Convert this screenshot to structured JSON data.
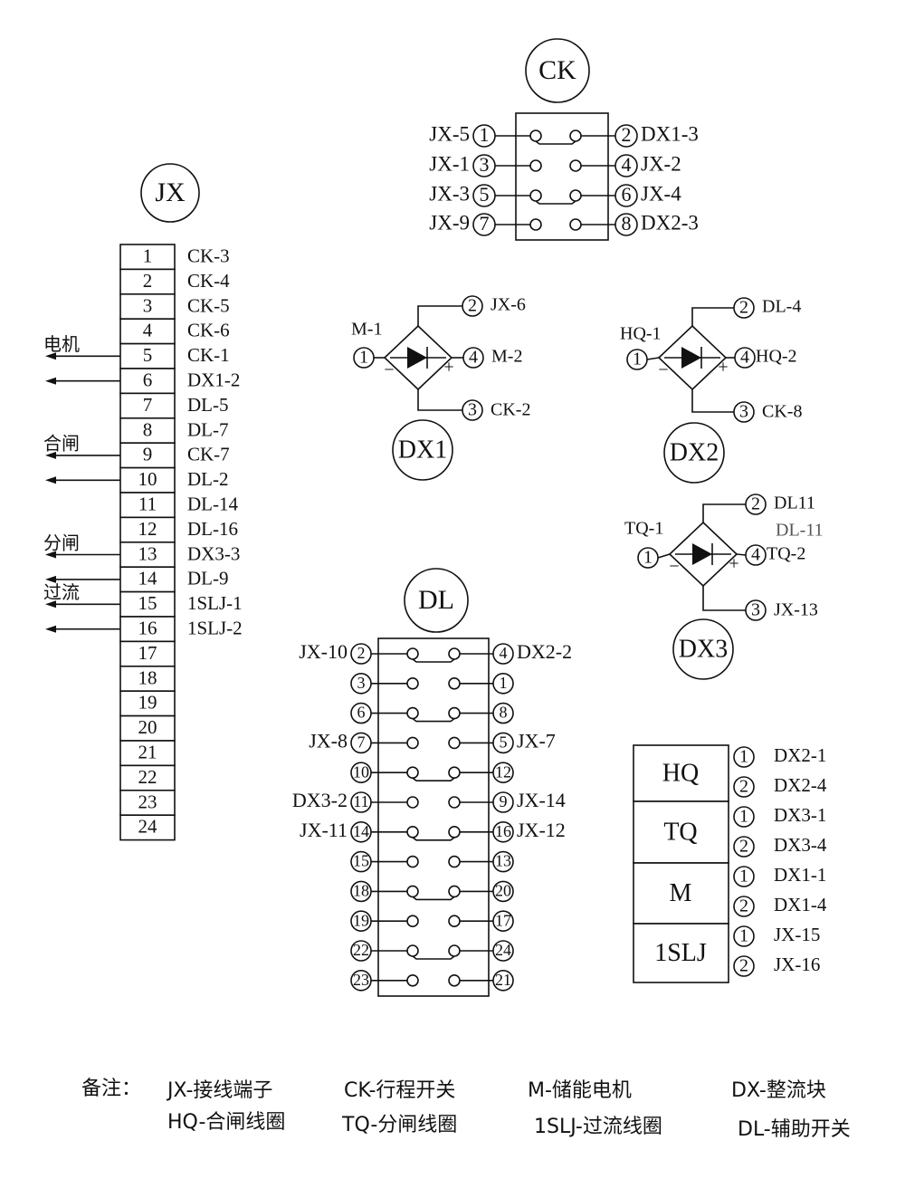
{
  "jx": {
    "title": "JX",
    "rows": [
      {
        "n": "1",
        "to": "CK-3"
      },
      {
        "n": "2",
        "to": "CK-4"
      },
      {
        "n": "3",
        "to": "CK-5"
      },
      {
        "n": "4",
        "to": "CK-6"
      },
      {
        "n": "5",
        "to": "CK-1"
      },
      {
        "n": "6",
        "to": "DX1-2"
      },
      {
        "n": "7",
        "to": "DL-5"
      },
      {
        "n": "8",
        "to": "DL-7"
      },
      {
        "n": "9",
        "to": "CK-7"
      },
      {
        "n": "10",
        "to": "DL-2"
      },
      {
        "n": "11",
        "to": "DL-14"
      },
      {
        "n": "12",
        "to": "DL-16"
      },
      {
        "n": "13",
        "to": "DX3-3"
      },
      {
        "n": "14",
        "to": "DL-9"
      },
      {
        "n": "15",
        "to": "1SLJ-1"
      },
      {
        "n": "16",
        "to": "1SLJ-2"
      },
      {
        "n": "17",
        "to": ""
      },
      {
        "n": "18",
        "to": ""
      },
      {
        "n": "19",
        "to": ""
      },
      {
        "n": "20",
        "to": ""
      },
      {
        "n": "21",
        "to": ""
      },
      {
        "n": "22",
        "to": ""
      },
      {
        "n": "23",
        "to": ""
      },
      {
        "n": "24",
        "to": ""
      }
    ],
    "outputs": [
      {
        "label": "电机",
        "rows": [
          5,
          6
        ]
      },
      {
        "label": "合闸",
        "rows": [
          9,
          10
        ]
      },
      {
        "label": "分闸",
        "rows": [
          13,
          14
        ]
      },
      {
        "label": "过流",
        "rows": [
          15,
          16
        ]
      }
    ]
  },
  "ck": {
    "title": "CK",
    "rows": [
      {
        "lt": "1",
        "ll": "JX-5",
        "rt": "2",
        "rl": "DX1-3",
        "bridged": true
      },
      {
        "lt": "3",
        "ll": "JX-1",
        "rt": "4",
        "rl": "JX-2",
        "bridged": false
      },
      {
        "lt": "5",
        "ll": "JX-3",
        "rt": "6",
        "rl": "JX-4",
        "bridged": true
      },
      {
        "lt": "7",
        "ll": "JX-9",
        "rt": "8",
        "rl": "DX2-3",
        "bridged": false
      }
    ]
  },
  "dx": [
    {
      "title": "DX1",
      "t1": "1",
      "t2": "2",
      "t3": "3",
      "t4": "4",
      "l1": "M-1",
      "l2": "JX-6",
      "l2b": "",
      "l3": "CK-2",
      "l4": "M-2",
      "minus": "−",
      "plus": "+"
    },
    {
      "title": "DX2",
      "t1": "1",
      "t2": "2",
      "t3": "3",
      "t4": "4",
      "l1": "HQ-1",
      "l2": "DL-4",
      "l2b": "",
      "l3": "CK-8",
      "l4": "HQ-2",
      "minus": "−",
      "plus": "+"
    },
    {
      "title": "DX3",
      "t1": "1",
      "t2": "2",
      "t3": "3",
      "t4": "4",
      "l1": "TQ-1",
      "l2": "DL11",
      "l2b": "DL-11",
      "l3": "JX-13",
      "l4": "TQ-2",
      "minus": "−",
      "plus": "+"
    }
  ],
  "dl": {
    "title": "DL",
    "rows": [
      {
        "lt": "2",
        "ll": "JX-10",
        "rt": "4",
        "rl": "DX2-2",
        "bridged": true
      },
      {
        "lt": "3",
        "ll": "",
        "rt": "1",
        "rl": "",
        "bridged": false
      },
      {
        "lt": "6",
        "ll": "",
        "rt": "8",
        "rl": "",
        "bridged": true
      },
      {
        "lt": "7",
        "ll": "JX-8",
        "rt": "5",
        "rl": "JX-7",
        "bridged": false
      },
      {
        "lt": "10",
        "ll": "",
        "rt": "12",
        "rl": "",
        "bridged": true
      },
      {
        "lt": "11",
        "ll": "DX3-2",
        "rt": "9",
        "rl": "JX-14",
        "bridged": false
      },
      {
        "lt": "14",
        "ll": "JX-11",
        "rt": "16",
        "rl": "JX-12",
        "bridged": true
      },
      {
        "lt": "15",
        "ll": "",
        "rt": "13",
        "rl": "",
        "bridged": false
      },
      {
        "lt": "18",
        "ll": "",
        "rt": "20",
        "rl": "",
        "bridged": true
      },
      {
        "lt": "19",
        "ll": "",
        "rt": "17",
        "rl": "",
        "bridged": false
      },
      {
        "lt": "22",
        "ll": "",
        "rt": "24",
        "rl": "",
        "bridged": true
      },
      {
        "lt": "23",
        "ll": "",
        "rt": "21",
        "rl": "",
        "bridged": false
      }
    ]
  },
  "coils": [
    {
      "name": "HQ",
      "pins": [
        {
          "t": "1",
          "to": "DX2-1"
        },
        {
          "t": "2",
          "to": "DX2-4"
        }
      ]
    },
    {
      "name": "TQ",
      "pins": [
        {
          "t": "1",
          "to": "DX3-1"
        },
        {
          "t": "2",
          "to": "DX3-4"
        }
      ]
    },
    {
      "name": "M",
      "pins": [
        {
          "t": "1",
          "to": "DX1-1"
        },
        {
          "t": "2",
          "to": "DX1-4"
        }
      ]
    },
    {
      "name": "1SLJ",
      "pins": [
        {
          "t": "1",
          "to": "JX-15"
        },
        {
          "t": "2",
          "to": "JX-16"
        }
      ]
    }
  ],
  "legend": {
    "heading": "备注：",
    "items": [
      "JX-接线端子",
      "CK-行程开关",
      "M-储能电机",
      "DX-整流块",
      "HQ-合闸线圈",
      "TQ-分闸线圈",
      "1SLJ-过流线圈",
      "DL-辅助开关"
    ]
  }
}
